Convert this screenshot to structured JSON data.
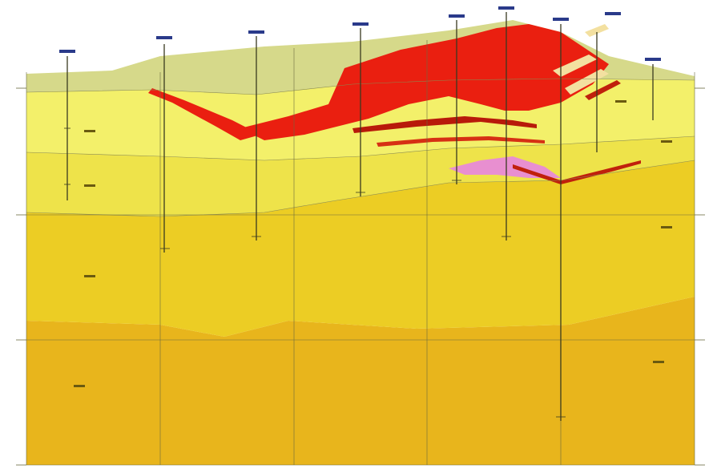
{
  "colors": {
    "background": "#ffffff",
    "layer_top_green": "#d6d98a",
    "layer_light_yellow": "#f3f06a",
    "layer_yellow": "#eee34a",
    "layer_gold": "#eccd24",
    "layer_orange": "#e8b51c",
    "contaminant_red": "#ea1f10",
    "contaminant_dark": "#b81a0a",
    "lens_pink": "#e88fd0",
    "borehole_line": "#4a4a2a",
    "grid_line": "#6a6a40"
  },
  "boreholes": [
    {
      "id": "bh1",
      "label": ""
    },
    {
      "id": "bh2",
      "label": ""
    },
    {
      "id": "bh3",
      "label": ""
    },
    {
      "id": "bh4",
      "label": ""
    },
    {
      "id": "bh5",
      "label": ""
    },
    {
      "id": "bh6",
      "label": ""
    },
    {
      "id": "bh7",
      "label": ""
    },
    {
      "id": "bh8",
      "label": ""
    },
    {
      "id": "bh9",
      "label": ""
    }
  ],
  "units": [
    {
      "id": "unit-upper",
      "label": ""
    },
    {
      "id": "unit-middle",
      "label": ""
    },
    {
      "id": "unit-lower",
      "label": ""
    },
    {
      "id": "unit-base",
      "label": ""
    }
  ],
  "axis": {
    "left_ticks": [
      "",
      "",
      "",
      ""
    ],
    "bottom_ticks": [
      "",
      "",
      "",
      "",
      "",
      ""
    ]
  }
}
